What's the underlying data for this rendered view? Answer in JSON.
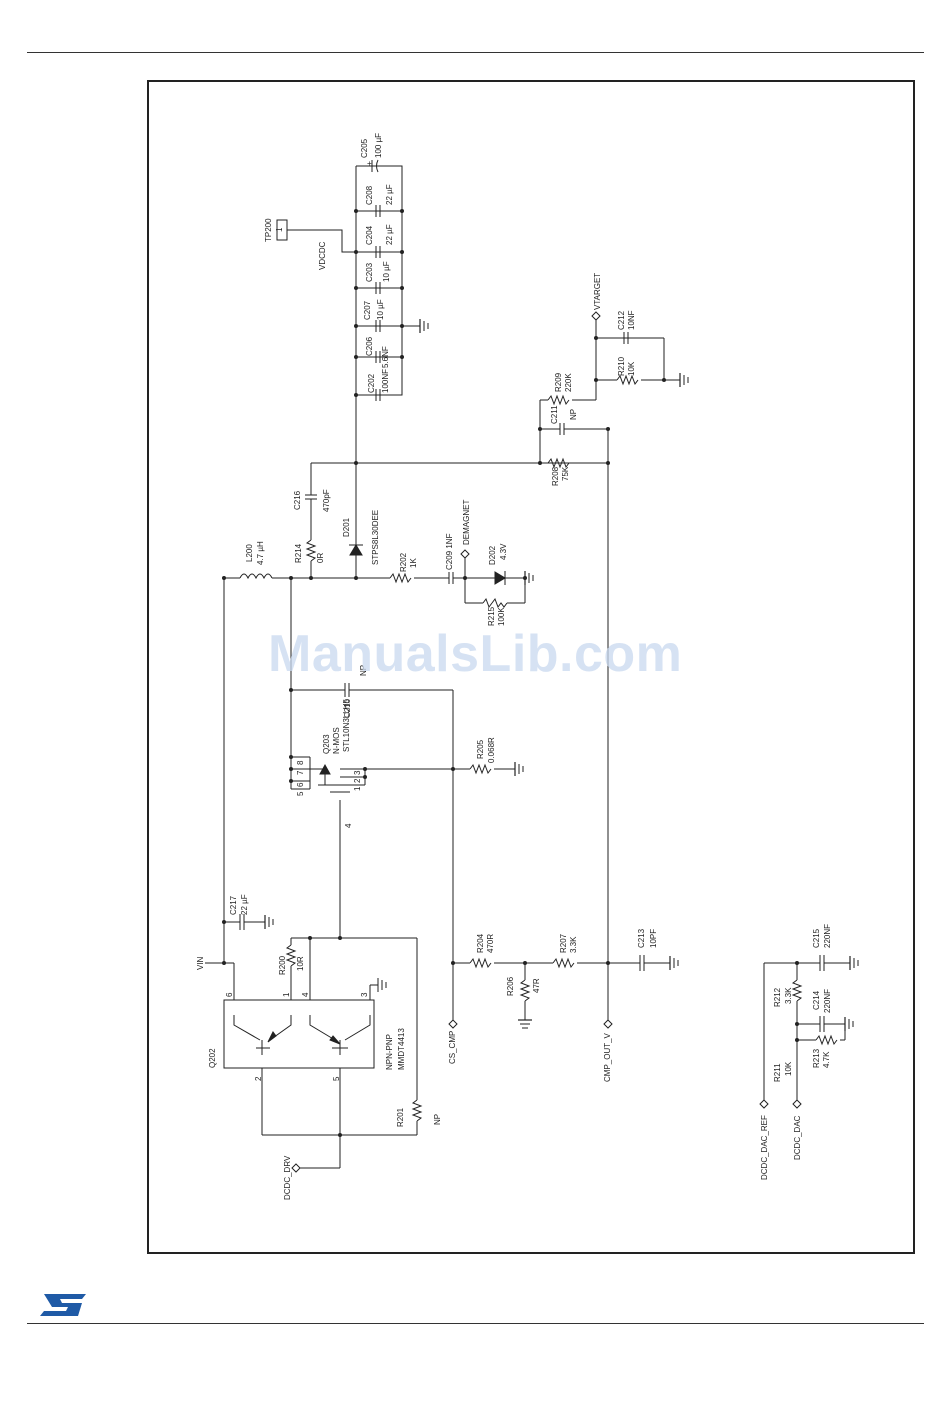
{
  "colors": {
    "line": "#222222",
    "frame": "#222222",
    "watermark": "#c9d9ef",
    "logo": "#1f5aa6"
  },
  "watermark": "ManualsLib.com",
  "logo_icon": "st-logo-icon",
  "labels": {
    "TP200": "TP200",
    "tp_pin": "1",
    "VDCDC": "VDCDC",
    "C205": "C205",
    "C205_val": "100 µF",
    "C208": "C208",
    "C208_val": "22 µF",
    "C204": "C204",
    "C204_val": "22 µF",
    "C203": "C203",
    "C203_val": "10 µF",
    "C207": "C207",
    "C207_val": "10 µF",
    "C206": "C206",
    "C206_val": "5.6NF",
    "C202": "C202",
    "C202_val": "100NF",
    "VTARGET": "VTARGET",
    "C212": "C212",
    "C212_val": "10NF",
    "R210": "R210",
    "R210_val": "10K",
    "R209": "R209",
    "R209_val": "220K",
    "C211": "C211",
    "C211_val": "NP",
    "R208": "R208",
    "R208_val": "75K",
    "C216": "C216",
    "C216_val": "470pF",
    "D201": "D201",
    "D201_val": "STPS8L30DEE",
    "DEMAGNET": "DEMAGNET",
    "L200": "L200",
    "L200_val": "4.7 µH",
    "R214": "R214",
    "R214_val": "0R",
    "R202": "R202",
    "R202_val": "1K",
    "C209": "C209 1NF",
    "D202": "D202",
    "D202_val": "4.3V",
    "R215": "R215",
    "R215_val": "100K",
    "NP_top": "NP",
    "C210": "C210",
    "Q203": "Q203",
    "Q203_type": "N-MOS",
    "Q203_part": "STL10N3LLH5",
    "R205": "R205",
    "R205_val": "0.068R",
    "pin_8": "8",
    "pin_7": "7",
    "pin_6": "6",
    "pin_5": "5",
    "pin_3": "3",
    "pin_2": "2",
    "pin_1": "1",
    "pin_4": "4",
    "C217": "C217",
    "C217_val": "22 µF",
    "VIN": "VIN",
    "R200": "R200",
    "R200_val": "10R",
    "R204": "R204",
    "R204_val": "470R",
    "R207": "R207",
    "R207_val": "3.3K",
    "C213": "C213",
    "C213_val": "10PF",
    "R206": "R206",
    "R206_val": "47R",
    "q_pin6": "6",
    "q_pin1": "1",
    "q_pin4": "4",
    "q_pin3": "3",
    "q_pin2": "2",
    "q_pin5": "5",
    "Q202": "Q202",
    "Q202_type": "NPN-PNP",
    "Q202_part": "MMDT4413",
    "R201": "R201",
    "R201_val": "NP",
    "CS_CMP": "CS_CMP",
    "CMP_OUT_V": "CMP_OUT_V",
    "DCDC_DRV": "DCDC_DRV",
    "C215": "C215",
    "C215_val": "220NF",
    "R212": "R212",
    "R212_val": "3.3K",
    "C214": "C214",
    "C214_val": "220NF",
    "R211": "R211",
    "R211_val": "10K",
    "R213": "R213",
    "R213_val": "4.7K",
    "DCDC_DAC_REF": "DCDC_DAC_REF",
    "DCDC_DAC": "DCDC_DAC"
  }
}
